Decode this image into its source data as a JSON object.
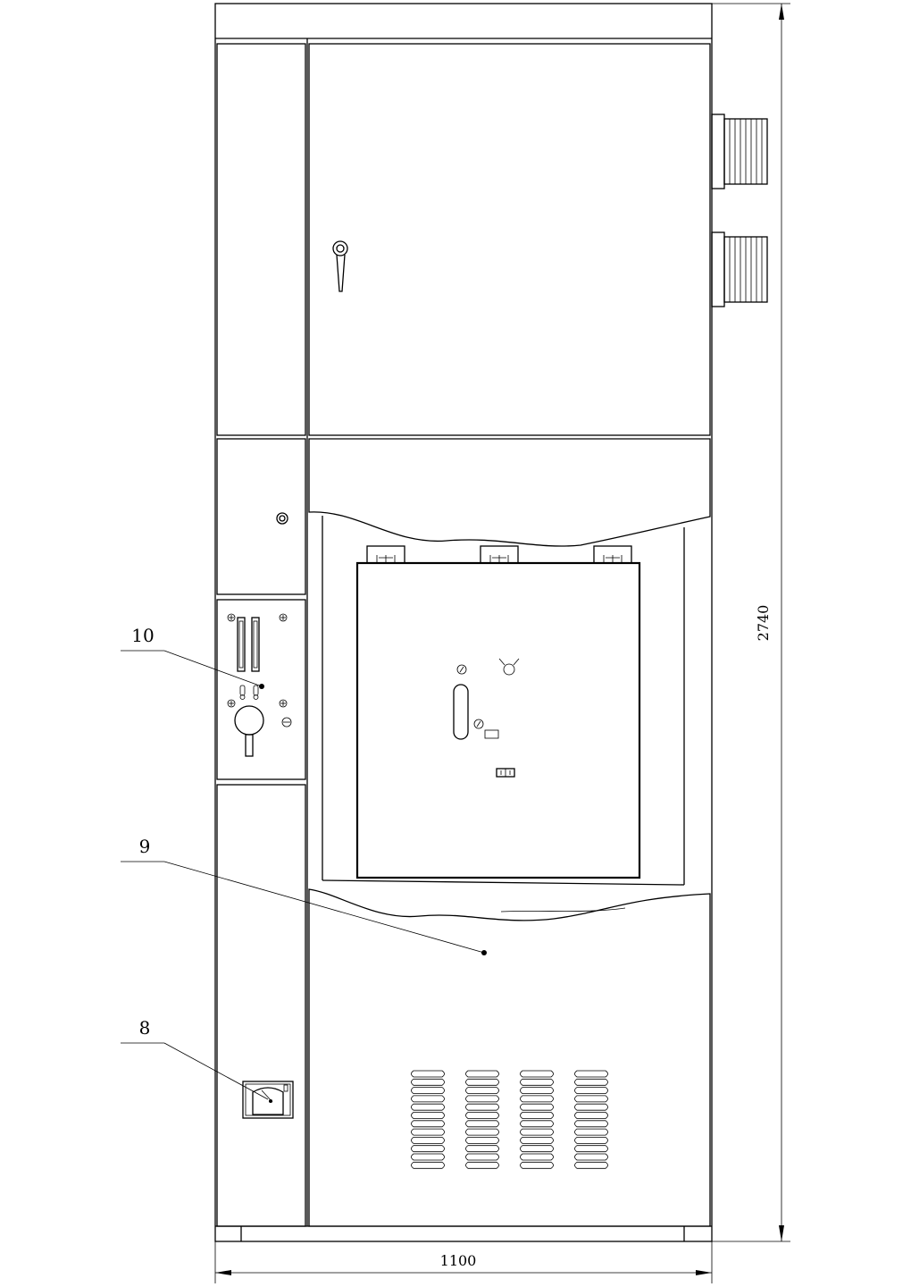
{
  "callouts": [
    {
      "id": "10",
      "label": "10"
    },
    {
      "id": "9",
      "label": "9"
    },
    {
      "id": "8",
      "label": "8"
    }
  ],
  "dimensions": {
    "width": "1100",
    "height": "2740"
  }
}
